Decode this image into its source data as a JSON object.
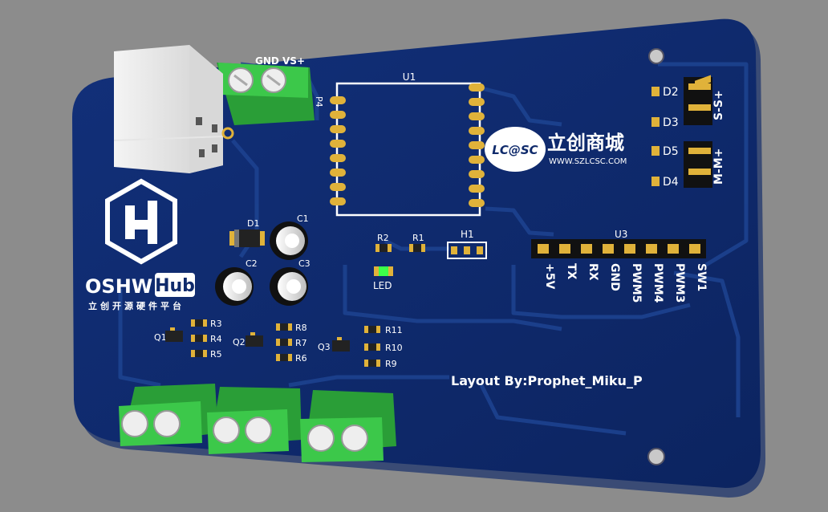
{
  "colors": {
    "background": "#8c8c8c",
    "board": "#0f2a6b",
    "board_edge": "#3a4b75",
    "trace": "#1a3d8a",
    "silk": "#ffffff",
    "terminal": "#3cc84a",
    "pad": "#e0b23a",
    "header": "#111111"
  },
  "pcb": {
    "logo": {
      "brand": "OSHW",
      "badge": "Hub",
      "subtitle": "立创开源硬件平台"
    },
    "lcsc": {
      "logo": "LC@SC",
      "name": "立创商城",
      "url": "WWW.SZLCSC.COM"
    },
    "credit": "Layout By:Prophet_Miku_P",
    "power_header": {
      "label": "P4",
      "pins": "GND  VS+"
    },
    "module": {
      "ref": "U1"
    },
    "led_label": "LED",
    "header_h1": "H1",
    "header_u3": {
      "ref": "U3",
      "pins": [
        "+5V",
        "TX",
        "RX",
        "GND",
        "PWM5",
        "PWM4",
        "PWM3",
        "SW1"
      ]
    },
    "diodes": [
      "D2",
      "D3",
      "D5",
      "D4"
    ],
    "servo_labels": [
      "S-S+",
      "M-M+"
    ],
    "caps": [
      "C1",
      "C2",
      "C3"
    ],
    "d1": "D1",
    "resistors_top": [
      "R2",
      "R1"
    ],
    "transistors": [
      "Q1",
      "Q2",
      "Q3"
    ],
    "res_group1": [
      "R3",
      "R4",
      "R5"
    ],
    "res_group2": [
      "R8",
      "R7",
      "R6"
    ],
    "res_group3": [
      "R11",
      "R10",
      "R9"
    ]
  }
}
